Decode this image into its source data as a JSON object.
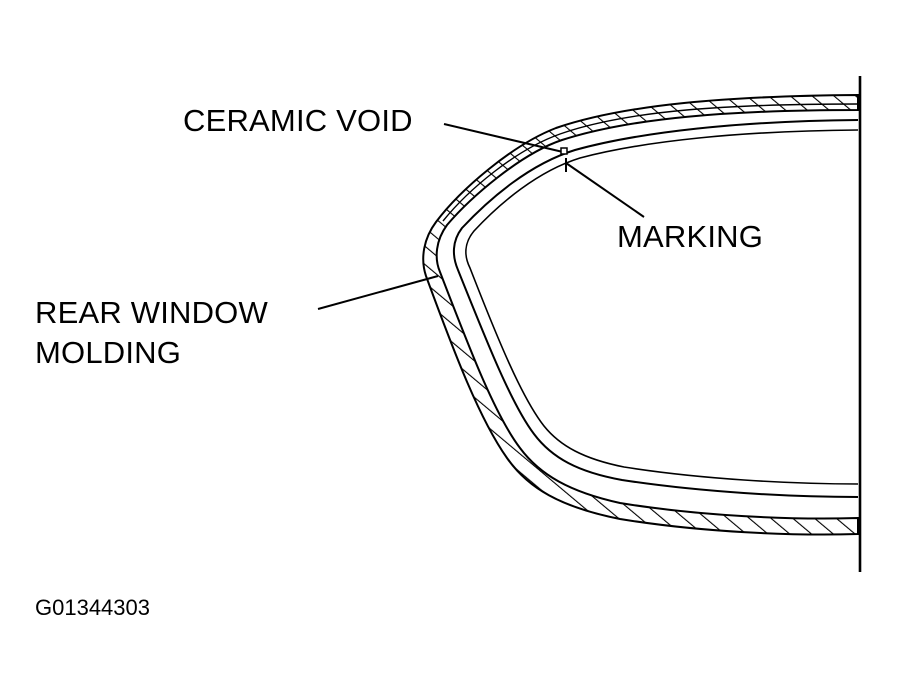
{
  "labels": {
    "ceramic_void": "CERAMIC VOID",
    "marking": "MARKING",
    "rear_window_molding_line1": "REAR WINDOW",
    "rear_window_molding_line2": "MOLDING"
  },
  "figure_id": "G01344303",
  "colors": {
    "line": "#000000",
    "background": "#ffffff"
  }
}
